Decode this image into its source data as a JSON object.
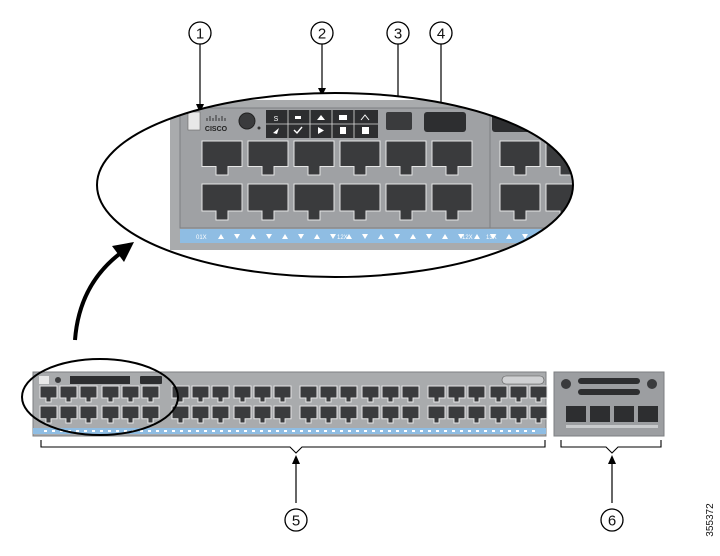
{
  "callouts": {
    "c1": "1",
    "c2": "2",
    "c3": "3",
    "c4": "4",
    "c5": "5",
    "c6": "6"
  },
  "brand": "CISCO",
  "figure_id": "355372",
  "port_labels": {
    "first": "01X",
    "middle": "12X",
    "last_a": "12X",
    "last_b": "13X"
  },
  "colors": {
    "chassis": "#a9abad",
    "chassis_dark": "#7d7f82",
    "port_body": "#3a3b3d",
    "port_label_strip": "#8fbde3",
    "network_module_bg": "#9c9ea1",
    "outline": "#000000"
  },
  "icons": {
    "status_leds": [
      "S",
      "link-icon",
      "home-icon",
      "list-icon",
      "network-icon",
      "settings-icon",
      "check-icon",
      "play-icon",
      "bars-icon",
      "square-icon"
    ],
    "mode_button": "mode-button",
    "usb_port": "usb-port",
    "console_port": "console-port"
  }
}
